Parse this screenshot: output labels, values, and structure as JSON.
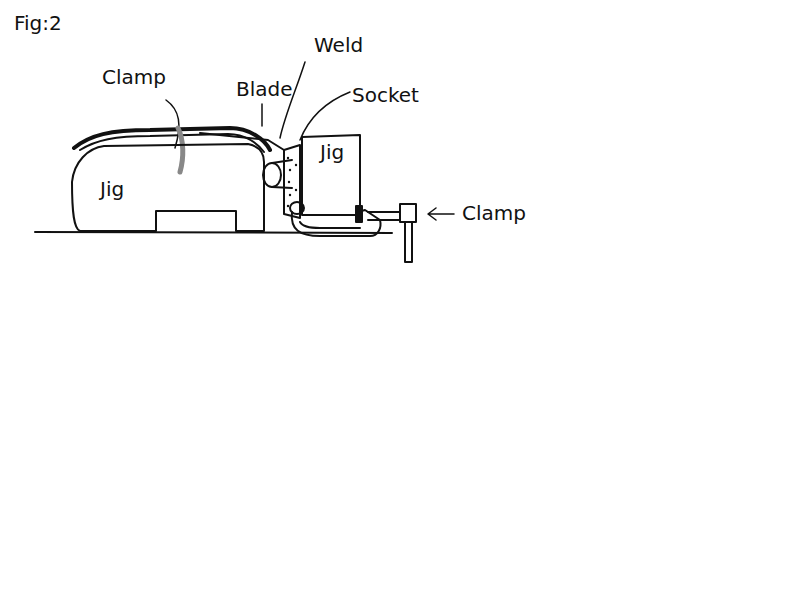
{
  "diagram": {
    "title": "Fig:2",
    "nodes": [
      {
        "text": [
          "Jig"
        ]
      },
      {
        "text": [
          "Jig"
        ]
      }
    ],
    "labels": [
      "Clamp",
      "Blade",
      "Weld",
      "Socket",
      "Clamp"
    ]
  }
}
